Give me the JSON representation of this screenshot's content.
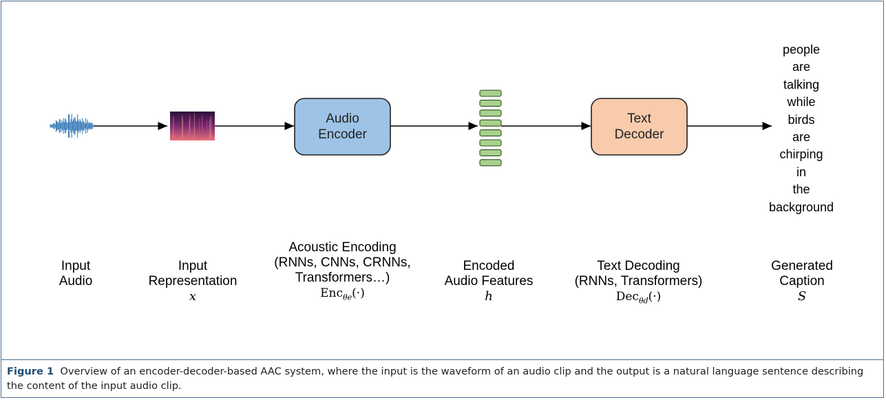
{
  "pipeline": {
    "input_audio": {
      "line1": "Input",
      "line2": "Audio"
    },
    "input_representation": {
      "line1": "Input",
      "line2": "Representation",
      "symbol": "x"
    },
    "acoustic_encoding": {
      "line1": "Acoustic Encoding",
      "line2": "(RNNs, CNNs, CRNNs,",
      "line3": "Transformers…)",
      "symbol_base": "Enc",
      "symbol_sub": "θe",
      "symbol_tail": "(·)"
    },
    "encoded_features": {
      "line1": "Encoded",
      "line2": "Audio Features",
      "symbol": "h"
    },
    "text_decoding": {
      "line1": "Text Decoding",
      "line2": "(RNNs, Transformers)",
      "symbol_base": "Dec",
      "symbol_sub": "θd",
      "symbol_tail": "(·)"
    },
    "generated_caption": {
      "line1": "Generated",
      "line2": "Caption",
      "symbol": "S"
    }
  },
  "audio_encoder_box": {
    "line1": "Audio",
    "line2": "Encoder",
    "fill": "#9dc3e6",
    "stroke": "#1f1f1f"
  },
  "text_decoder_box": {
    "line1": "Text",
    "line2": "Decoder",
    "fill": "#f8cbad",
    "stroke": "#1f1f1f"
  },
  "feature_color": "#a9d18e",
  "waveform_color": "#2e75b6",
  "caption_words": [
    "people",
    "are",
    "talking",
    "while",
    "birds",
    "are",
    "chirping",
    "in",
    "the",
    "background"
  ],
  "figure_caption": {
    "label": "Figure 1",
    "text": "Overview of an encoder-decoder-based AAC system, where the input is the waveform of an audio clip and the output is a natural language sentence describing the content of the input audio clip."
  }
}
